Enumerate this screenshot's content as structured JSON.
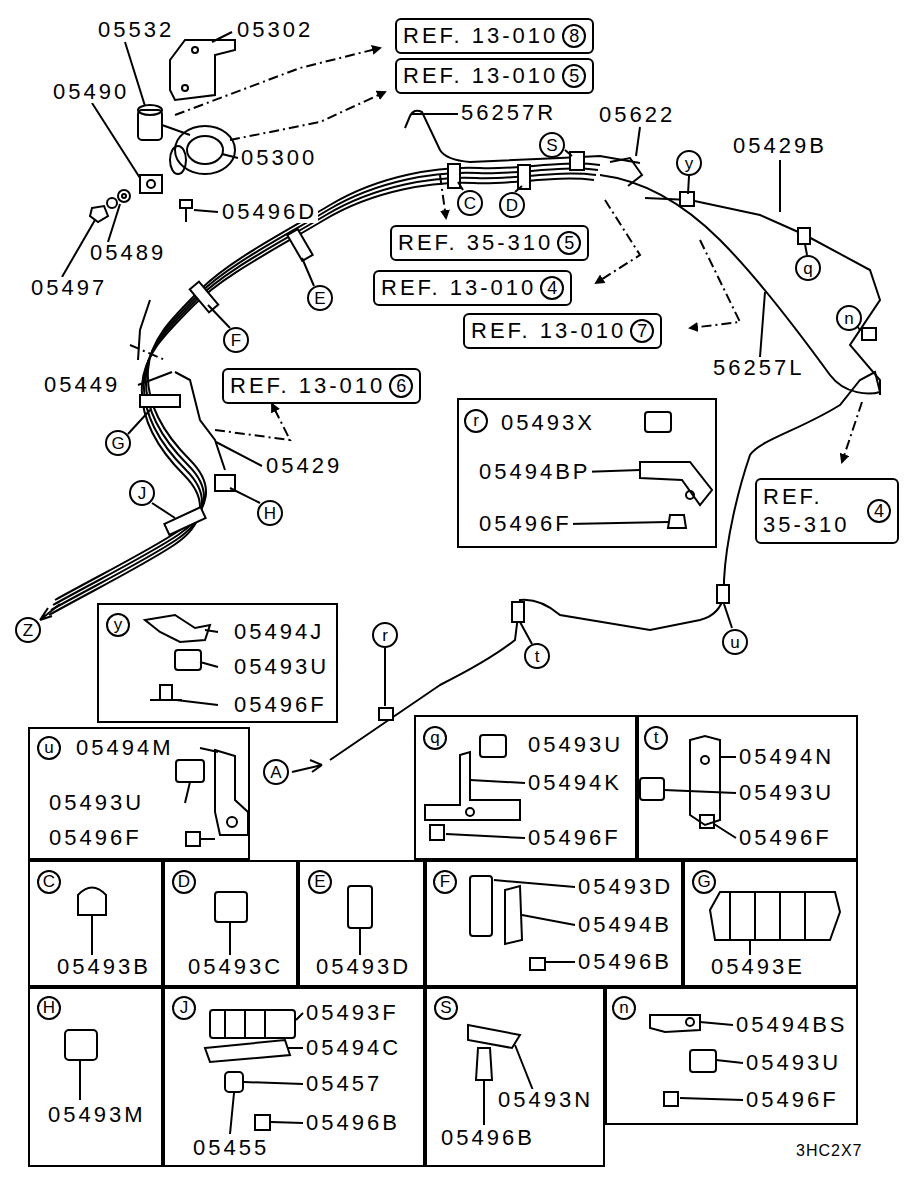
{
  "diagram": {
    "nodes": [
      {
        "text": [
          "REF. 13-010",
          "8"
        ]
      },
      {
        "text": [
          "REF. 13-010",
          "5"
        ]
      },
      {
        "text": [
          "C"
        ]
      },
      {
        "text": [
          "D"
        ]
      },
      {
        "text": [
          "S"
        ]
      },
      {
        "text": [
          "y"
        ]
      },
      {
        "text": [
          "REF. 35-310",
          "5"
        ]
      },
      {
        "text": [
          "E"
        ]
      },
      {
        "text": [
          "REF. 13-010",
          "4"
        ]
      },
      {
        "text": [
          "q"
        ]
      },
      {
        "text": [
          "F"
        ]
      },
      {
        "text": [
          "n"
        ]
      },
      {
        "text": [
          "REF. 13-010",
          "7"
        ]
      },
      {
        "text": [
          "G"
        ]
      },
      {
        "text": [
          "REF. 13-010",
          "6"
        ]
      },
      {
        "text": [
          "J"
        ]
      },
      {
        "text": [
          "H"
        ]
      },
      {
        "text": [
          "REF. 35-310",
          "4"
        ]
      },
      {
        "text": [
          "r",
          "05493X",
          "05494BP",
          "05496F"
        ]
      },
      {
        "text": [
          "Z"
        ]
      },
      {
        "text": [
          "u"
        ]
      },
      {
        "text": [
          "t"
        ]
      },
      {
        "text": [
          "r"
        ]
      },
      {
        "text": [
          "A"
        ]
      },
      {
        "text": [
          "y",
          "05494J",
          "05493U",
          "05496F"
        ]
      },
      {
        "text": [
          "u",
          "05494M",
          "05493U",
          "05496F"
        ]
      },
      {
        "text": [
          "q",
          "05493U",
          "05494K",
          "05496F"
        ]
      },
      {
        "text": [
          "t",
          "05494N",
          "05493U",
          "05496F"
        ]
      },
      {
        "text": [
          "C",
          "05493B"
        ]
      },
      {
        "text": [
          "D",
          "05493C"
        ]
      },
      {
        "text": [
          "E",
          "05493D"
        ]
      },
      {
        "text": [
          "F",
          "05493D",
          "05494B",
          "05496B"
        ]
      },
      {
        "text": [
          "G",
          "05493E"
        ]
      },
      {
        "text": [
          "H",
          "05493M"
        ]
      },
      {
        "text": [
          "J",
          "05493F",
          "05494C",
          "05457",
          "05455",
          "05496B"
        ]
      },
      {
        "text": [
          "S",
          "05493N",
          "05496B"
        ]
      },
      {
        "text": [
          "n",
          "05494BS",
          "05493U",
          "05496F"
        ]
      }
    ],
    "labels": [
      "05532",
      "05302",
      "05490",
      "05300",
      "05496D",
      "05489",
      "05497",
      "56257R",
      "05622",
      "05429B",
      "56257L",
      "05449",
      "05429",
      "3HC2X7"
    ]
  }
}
